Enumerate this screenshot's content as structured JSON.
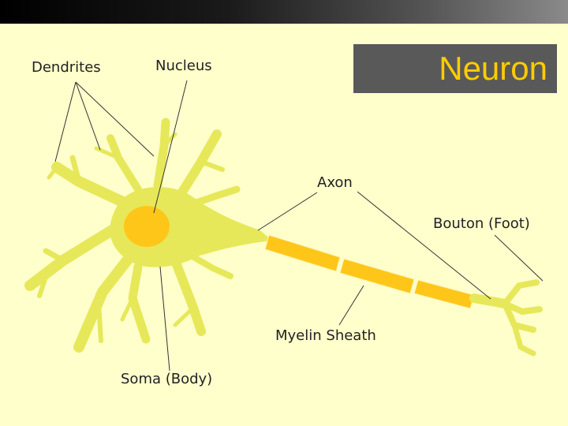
{
  "slide": {
    "title": "Neuron",
    "labels": {
      "dendrites": "Dendrites",
      "nucleus": "Nucleus",
      "axon": "Axon",
      "bouton": "Bouton (Foot)",
      "myelin": "Myelin Sheath",
      "soma": "Soma (Body)"
    }
  },
  "colors": {
    "background": "#ffffcc",
    "cell_body": "#e6e85a",
    "nucleus": "#ffc61a",
    "myelin": "#ffc61a",
    "title_box": "#595959",
    "title_text": "#ffcc00"
  }
}
